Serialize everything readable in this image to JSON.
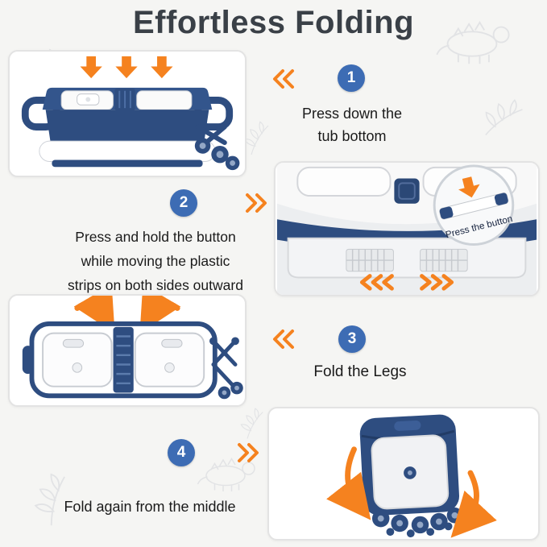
{
  "title": "Effortless Folding",
  "steps": [
    {
      "number": "1",
      "lines": [
        "Press down the",
        "tub bottom"
      ]
    },
    {
      "number": "2",
      "lines": [
        "Press and hold the button",
        "while moving the plastic",
        "strips on both sides outward"
      ]
    },
    {
      "number": "3",
      "lines": [
        "Fold the Legs"
      ]
    },
    {
      "number": "4",
      "lines": [
        "Fold again from the middle"
      ]
    }
  ],
  "callout": {
    "magnifier_label": "Press the button"
  },
  "colors": {
    "accent_orange": "#F5821F",
    "step_badge_blue": "#3D6CB4",
    "product_navy": "#2E4D80",
    "title_text": "#3A4047",
    "background": "#F5F5F3"
  }
}
